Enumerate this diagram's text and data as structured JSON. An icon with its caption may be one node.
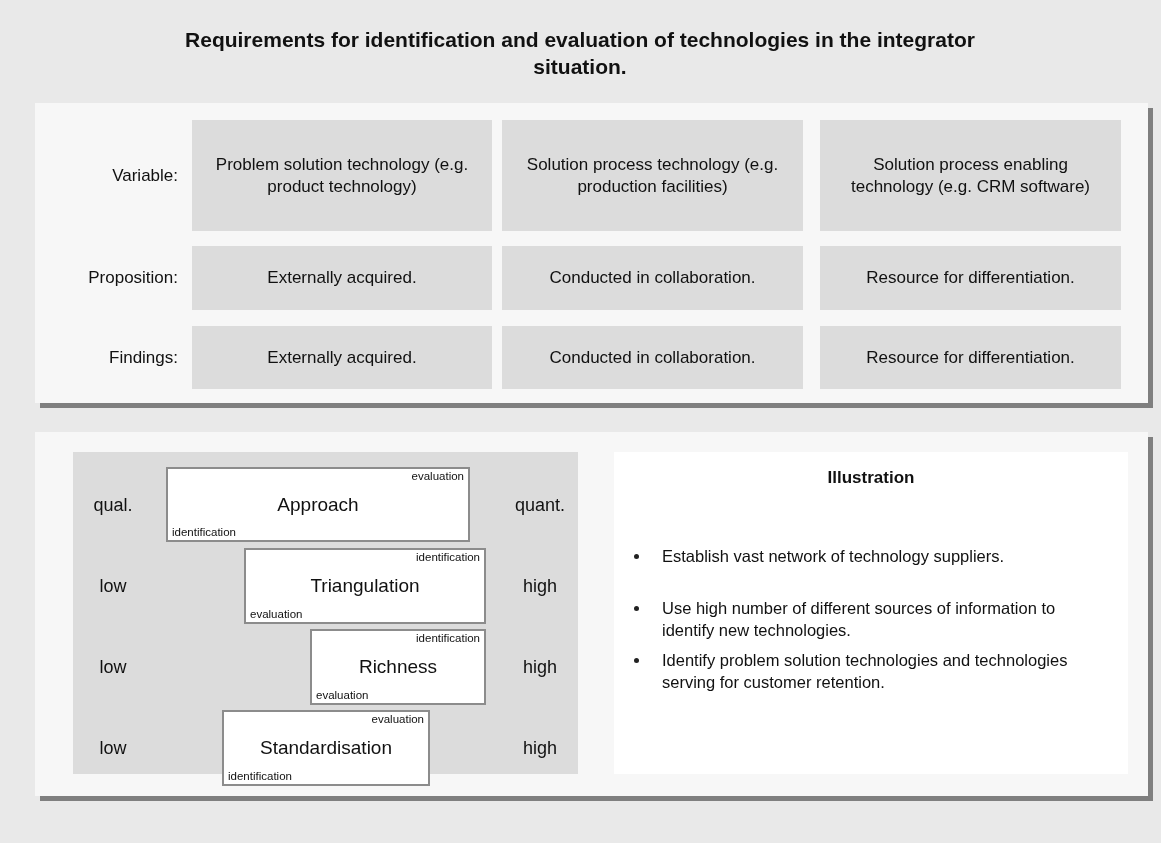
{
  "diagram": {
    "title": "Requirements for identification and evaluation of technologies in the integrator situation.",
    "nodes": [
      {
        "text": [
          "Problem solution technology (e.g. product technology)"
        ]
      },
      {
        "text": [
          "Solution process technology (e.g. production facilities)"
        ]
      },
      {
        "text": [
          "Solution process enabling technology (e.g. CRM software)"
        ]
      },
      {
        "text": [
          "Externally acquired."
        ]
      },
      {
        "text": [
          "Conducted in collaboration."
        ]
      },
      {
        "text": [
          "Resource for differentiation."
        ]
      },
      {
        "text": [
          "Externally acquired."
        ]
      },
      {
        "text": [
          "Conducted in collaboration."
        ]
      },
      {
        "text": [
          "Resource for differentiation."
        ]
      },
      {
        "text": [
          "evaluation",
          "Approach",
          "identification"
        ]
      },
      {
        "text": [
          "Illustration",
          "Establish vast network of technology suppliers.",
          "Use high number of different sources of information to identify new technologies.",
          "Identify problem solution technologies and technologies serving for customer retention."
        ]
      },
      {
        "text": [
          "identification",
          "Triangulation",
          "evaluation"
        ]
      },
      {
        "text": [
          "identification",
          "Richness",
          "evaluation"
        ]
      },
      {
        "text": [
          "evaluation",
          "Standardisation",
          "identification"
        ]
      }
    ],
    "labels": [
      "Variable:",
      "Proposition:",
      "Findings:",
      "qual.",
      "quant.",
      "low",
      "high",
      "low",
      "high",
      "low",
      "high"
    ]
  }
}
